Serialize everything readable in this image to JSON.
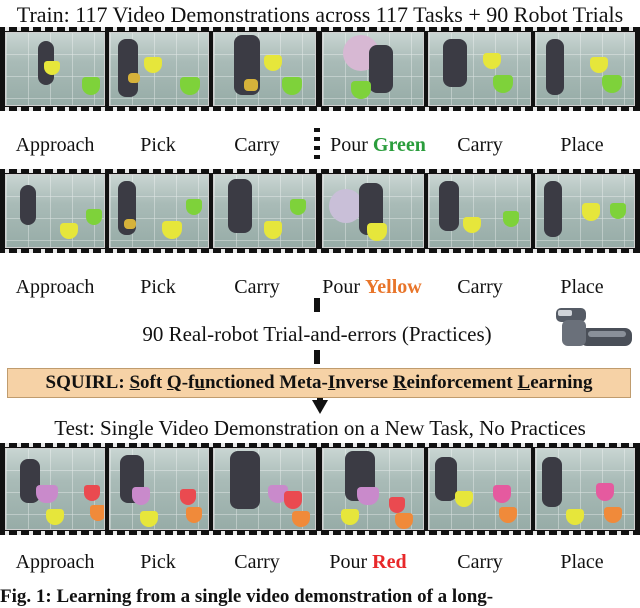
{
  "train_title": "Train: 117 Video Demonstrations across 117 Tasks + 90 Robot Trials",
  "row1_labels": [
    "Approach",
    "Pick",
    "Carry",
    "Pour",
    "Carry",
    "Place"
  ],
  "row1_color_word": "Green",
  "row2_labels": [
    "Approach",
    "Pick",
    "Carry",
    "Pour",
    "Carry",
    "Place"
  ],
  "row2_color_word": "Yellow",
  "practice_text": "90 Real-robot Trial-and-errors (Practices)",
  "banner": {
    "prefix": "SQUIRL: ",
    "parts": [
      {
        "u": "S",
        "rest": "oft "
      },
      {
        "u": "Q",
        "rest": "-f"
      },
      {
        "u": "u",
        "rest": "nctioned Meta-"
      },
      {
        "u": "I",
        "rest": "nverse "
      },
      {
        "u": "R",
        "rest": "einforcement "
      },
      {
        "u": "L",
        "rest": "earning"
      }
    ]
  },
  "test_title": "Test: Single Video Demonstration on a New Task, No Practices",
  "row3_labels": [
    "Approach",
    "Pick",
    "Carry",
    "Pour",
    "Carry",
    "Place"
  ],
  "row3_color_word": "Red",
  "caption": "Fig. 1: Learning from a single video demonstration of a long-",
  "colors": {
    "green": "#2a9d3c",
    "yellow": "#e8752a",
    "red": "#e8282a",
    "banner_bg": "#f6d2a6"
  }
}
